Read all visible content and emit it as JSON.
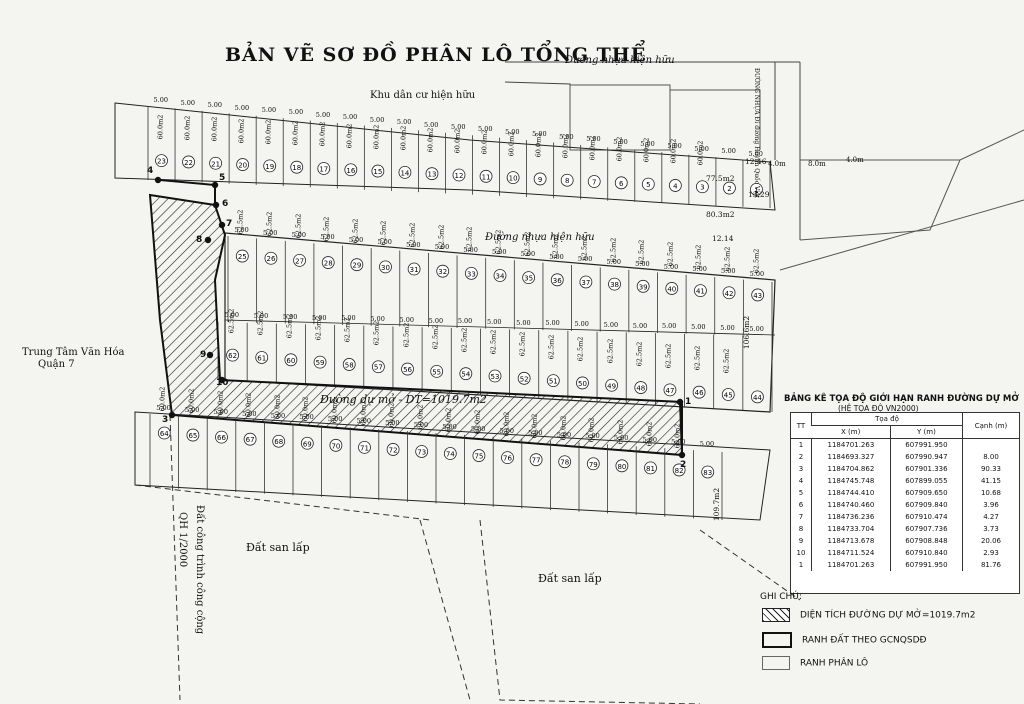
{
  "title": "BẢN VẼ SƠ ĐỒ PHÂN LÔ TỔNG THỂ",
  "labels": {
    "existing_road_top": "Đường  nhựa hiện hữu",
    "existing_residential": "Khu dân cư hiện hữu",
    "existing_road_middle": "Đường  nhựa hiện hữu",
    "side_road": "ĐƯỜNG NHỰA  Đi đường Huỳnh Quốc Việt",
    "new_road": "Đường dự mở - DT=1019.7m2",
    "culture_center_line1": "Trung Tâm Văn Hóa",
    "culture_center_line2": "Quận 7",
    "filled_land_left": "Đất san lấp",
    "filled_land_right": "Đất san lấp",
    "public_works_line1": "Đất công trình công cộng",
    "public_works_line2": "QH 1/2000"
  },
  "road_widths": [
    "4.0m",
    "8.0m",
    "4.0m"
  ],
  "control_points": [
    "1",
    "2",
    "3",
    "4",
    "5",
    "6",
    "7",
    "8",
    "9",
    "10"
  ],
  "lots_row1": [
    "23",
    "22",
    "21",
    "20",
    "19",
    "18",
    "17",
    "16",
    "15",
    "14",
    "13",
    "12",
    "11",
    "10",
    "9",
    "8",
    "7",
    "6",
    "5",
    "4",
    "3",
    "2",
    "1"
  ],
  "lots_row2": [
    "25",
    "26",
    "27",
    "28",
    "29",
    "30",
    "31",
    "32",
    "33",
    "34",
    "35",
    "36",
    "37",
    "38",
    "39",
    "40",
    "41",
    "42",
    "43"
  ],
  "lots_row3": [
    "62",
    "61",
    "60",
    "59",
    "58",
    "57",
    "56",
    "55",
    "54",
    "53",
    "52",
    "51",
    "50",
    "49",
    "48",
    "47",
    "46",
    "45",
    "44"
  ],
  "lots_row4": [
    "64",
    "65",
    "66",
    "67",
    "68",
    "69",
    "70",
    "71",
    "72",
    "73",
    "74",
    "75",
    "76",
    "77",
    "78",
    "79",
    "80",
    "81",
    "82",
    "83"
  ],
  "dims": {
    "front_width": "5.00",
    "lot_area_60": "60.0m2",
    "lot_area_62": "62.5m2",
    "lot1_area": "77.5m2",
    "lot2_area": "80.3m2",
    "lot44_area": "106.6m2",
    "lot83_area": "109.7m2",
    "depth_1200": "12.00",
    "depth_1250": "12.50",
    "depth_1246": "12.46",
    "depth_1329": "13.29",
    "depth_1214": "12.14"
  },
  "coord_table": {
    "heading": "BẢNG KÊ TỌA ĐỘ GIỚI HẠN RANH ĐƯỜNG DỰ MỞ",
    "subheading": "(HỆ TỌA ĐỘ VN2000)",
    "columns": {
      "tt": "TT",
      "group": "Tọa độ",
      "x": "X (m)",
      "y": "Y (m)",
      "edge": "Cạnh (m)"
    },
    "rows": [
      {
        "tt": "1",
        "x": "1184701.263",
        "y": "607991.950",
        "edge": ""
      },
      {
        "tt": "2",
        "x": "1184693.327",
        "y": "607990.947",
        "edge": "8.00"
      },
      {
        "tt": "3",
        "x": "1184704.862",
        "y": "607901.336",
        "edge": "90.33"
      },
      {
        "tt": "4",
        "x": "1184745.748",
        "y": "607899.055",
        "edge": "41.15"
      },
      {
        "tt": "5",
        "x": "1184744.410",
        "y": "607909.650",
        "edge": "10.68"
      },
      {
        "tt": "6",
        "x": "1184740.460",
        "y": "607909.840",
        "edge": "3.96"
      },
      {
        "tt": "7",
        "x": "1184736.236",
        "y": "607910.474",
        "edge": "4.27"
      },
      {
        "tt": "8",
        "x": "1184733.704",
        "y": "607907.736",
        "edge": "3.73"
      },
      {
        "tt": "9",
        "x": "1184713.678",
        "y": "607908.848",
        "edge": "20.06"
      },
      {
        "tt": "10",
        "x": "1184711.524",
        "y": "607910.840",
        "edge": "2.93"
      },
      {
        "tt": "1",
        "x": "1184701.263",
        "y": "607991.950",
        "edge": "81.76"
      }
    ]
  },
  "legend": {
    "title": "GHI CHÚ:",
    "items": [
      {
        "label": "DIỆN TÍCH ĐƯỜNG DỰ MỞ=1019.7m2",
        "swatch": "hatch"
      },
      {
        "label": "RANH  ĐẤT THEO GCNQSDĐ",
        "swatch": "thick"
      },
      {
        "label": "RANH PHÂN LÔ",
        "swatch": "thin"
      }
    ]
  }
}
